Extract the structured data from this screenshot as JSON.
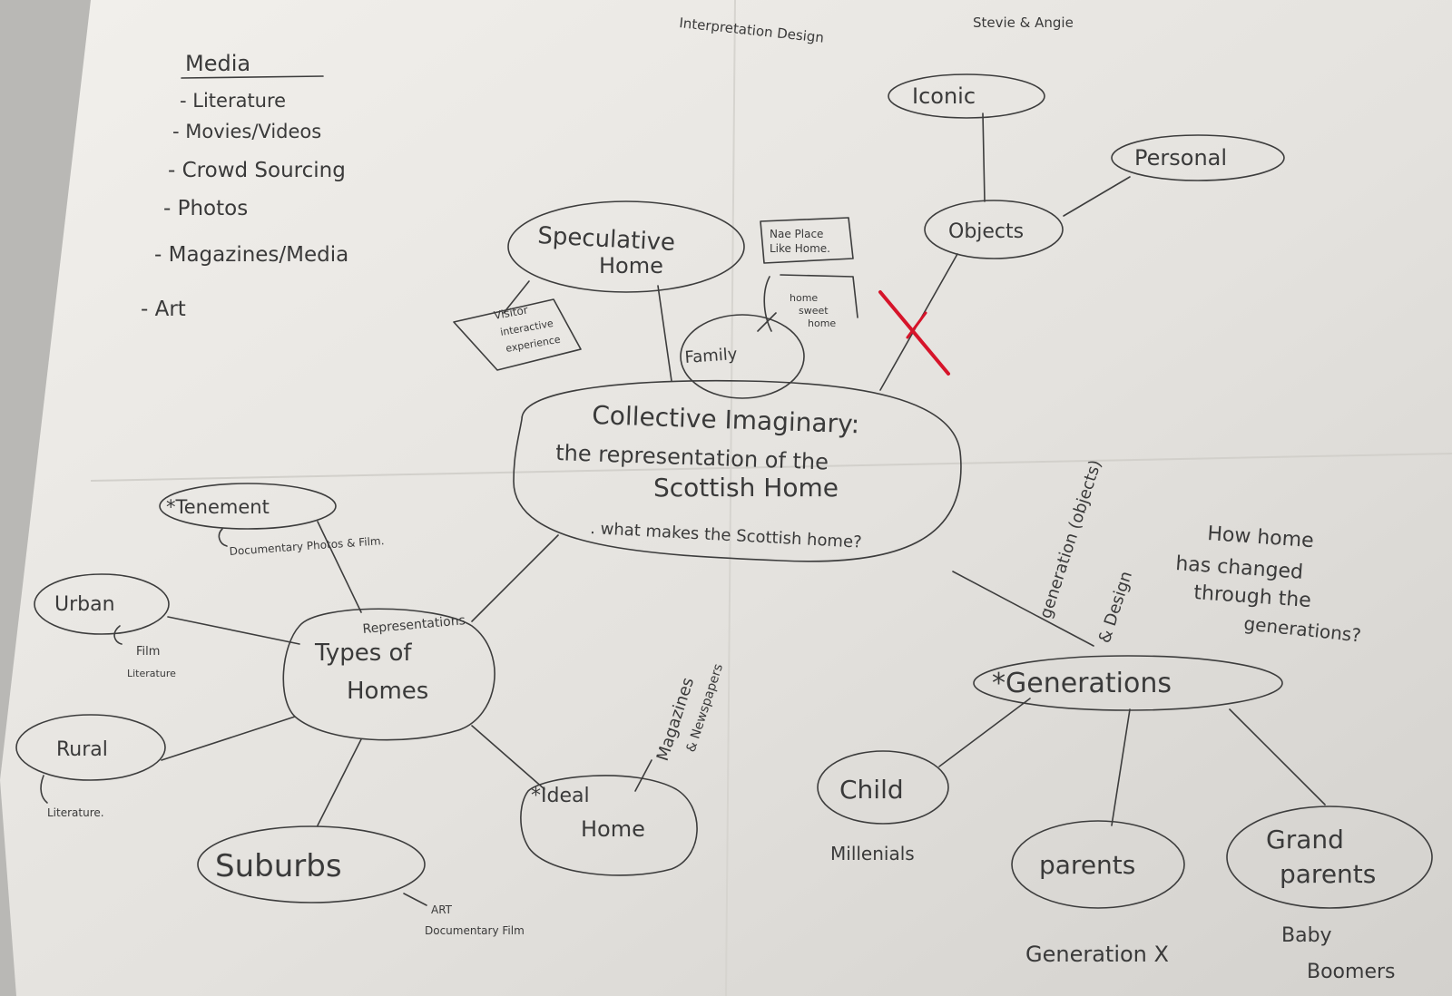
{
  "header": {
    "title": "Interpretation Design",
    "authors": "Stevie & Angie"
  },
  "media": {
    "heading": "Media",
    "items": [
      "- Literature",
      "- Movies/Videos",
      "- Crowd Sourcing",
      "- Photos",
      "- Magazines/Media",
      "- Art"
    ]
  },
  "center": {
    "line1": "Collective Imaginary:",
    "line2": "the representation of the",
    "line3": "Scottish Home",
    "question": ". what makes the Scottish home?"
  },
  "nodes": {
    "speculative": {
      "line1": "Speculative",
      "line2": "Home"
    },
    "family": "Family",
    "objects": "Objects",
    "iconic": "Iconic",
    "personal": "Personal",
    "types": {
      "over": "Representations",
      "line1": "Types of",
      "line2": "Homes"
    },
    "tenement": "*Tenement",
    "urban": "Urban",
    "rural": "Rural",
    "suburbs": "Suburbs",
    "ideal": {
      "line1": "*Ideal",
      "line2": "Home"
    },
    "generations": "*Generations",
    "child": "Child",
    "parents": "parents",
    "grandparents": {
      "line1": "Grand",
      "line2": "parents"
    }
  },
  "notes": {
    "nae_place": {
      "line1": "Nae Place",
      "line2": "Like Home."
    },
    "home_sweet": {
      "line1": "home",
      "line2": "sweet",
      "line3": "home"
    },
    "visitor": {
      "line1": "Visitor",
      "line2": "interactive",
      "line3": "experience"
    },
    "tenement_note": "Documentary Photos & Film.",
    "urban_note": {
      "line1": "Film",
      "line2": "Literature"
    },
    "rural_note": "Literature.",
    "suburbs_note": {
      "line1": "ART",
      "line2": "Documentary Film"
    },
    "ideal_note": {
      "line1": "Magazines",
      "line2": "& Newspapers"
    },
    "generation_objects": {
      "line1": "generation (objects)",
      "line2": "& Design"
    },
    "generations_question": {
      "line1": "How home",
      "line2": "has changed",
      "line3": "through the",
      "line4": "generations?"
    },
    "child_note": "Millenials",
    "parents_note": "Generation X",
    "grandparents_note": {
      "line1": "Baby",
      "line2": "Boomers"
    }
  },
  "colors": {
    "paper": "#e6e4e0",
    "ink": "#3d3d3d",
    "accent": "#d6142a"
  }
}
